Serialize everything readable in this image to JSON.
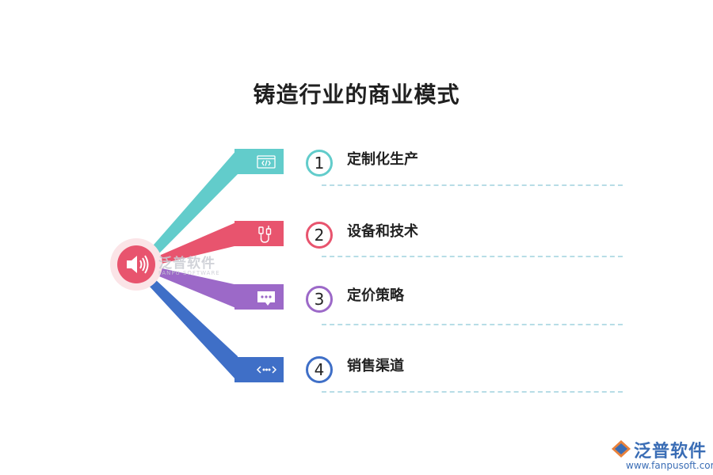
{
  "title": "铸造行业的商业模式",
  "watermark": {
    "text_cn": "泛普软件",
    "text_en": "FANPU SOFTWARE"
  },
  "hub": {
    "icon": "speaker-icon",
    "color": "#e8546e"
  },
  "items": [
    {
      "number": "1",
      "label": "定制化生产",
      "color": "#62cccb",
      "icon": "code-window-icon"
    },
    {
      "number": "2",
      "label": "设备和技术",
      "color": "#e8546e",
      "icon": "cable-connector-icon"
    },
    {
      "number": "3",
      "label": "定价策略",
      "color": "#9c69c8",
      "icon": "chat-bubble-icon"
    },
    {
      "number": "4",
      "label": "销售渠道",
      "color": "#3f6fc7",
      "icon": "code-dots-icon"
    }
  ],
  "logo": {
    "name": "泛普软件",
    "url": "www.fanpusoft.com",
    "color": "#3a6db5"
  }
}
